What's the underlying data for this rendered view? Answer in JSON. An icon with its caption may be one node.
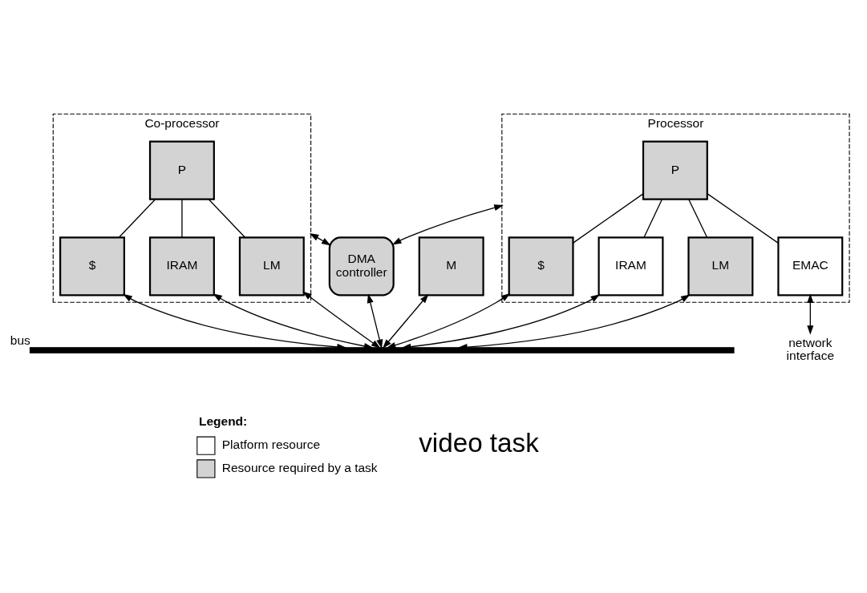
{
  "diagram": {
    "nodes": [
      {
        "text": [
          "Co-processor"
        ]
      },
      {
        "text": [
          "P"
        ],
        "in": 0
      },
      {
        "text": [
          "$"
        ],
        "in": 0
      },
      {
        "text": [
          "IRAM"
        ],
        "in": 0
      },
      {
        "text": [
          "LM"
        ],
        "in": 0
      },
      {
        "text": [
          "Processor"
        ]
      },
      {
        "text": [
          "P"
        ],
        "in": 5
      },
      {
        "text": [
          "EMAC"
        ],
        "in": 5
      },
      {
        "text": [
          "$"
        ],
        "in": 5
      },
      {
        "text": [
          "IRAM"
        ],
        "in": 5
      },
      {
        "text": [
          "LM"
        ],
        "in": 5
      },
      {
        "text": [
          "M"
        ]
      },
      {
        "text": [
          "DMA controller"
        ]
      },
      {
        "text": [
          "network interface"
        ]
      },
      {
        "text": [],
        "shape": "bar",
        "beside": [
          "bus"
        ]
      }
    ],
    "edges": [
      {
        "from": 1,
        "to": 2,
        "arrow": "none"
      },
      {
        "from": 1,
        "to": 3,
        "arrow": "none"
      },
      {
        "from": 1,
        "to": 4,
        "arrow": "none"
      },
      {
        "from": 6,
        "to": 7,
        "arrow": "none"
      },
      {
        "from": 6,
        "to": 8,
        "arrow": "none"
      },
      {
        "from": 6,
        "to": 9,
        "arrow": "none"
      },
      {
        "from": 6,
        "to": 10,
        "arrow": "none"
      },
      {
        "from": 7,
        "to": 13,
        "arrow": "both"
      },
      {
        "from": 12,
        "to": 0,
        "arrow": "both"
      },
      {
        "from": 12,
        "to": 5,
        "arrow": "both"
      },
      {
        "from": 11,
        "to": 14,
        "arrow": "both"
      },
      {
        "from": 2,
        "to": 14,
        "arrow": "both"
      },
      {
        "from": 3,
        "to": 14,
        "arrow": "both"
      },
      {
        "from": 4,
        "to": 14,
        "arrow": "both"
      },
      {
        "from": 12,
        "to": 14,
        "arrow": "both"
      },
      {
        "from": 8,
        "to": 14,
        "arrow": "both"
      },
      {
        "from": 9,
        "to": 14,
        "arrow": "both"
      },
      {
        "from": 10,
        "to": 14,
        "arrow": "both"
      }
    ],
    "labels": [
      "Legend:",
      "video task"
    ],
    "legend": [
      {
        "text": "Platform resource",
        "color": "#ffffff"
      },
      {
        "text": "Resource required by a task",
        "color": "#d3d3d3"
      }
    ]
  }
}
